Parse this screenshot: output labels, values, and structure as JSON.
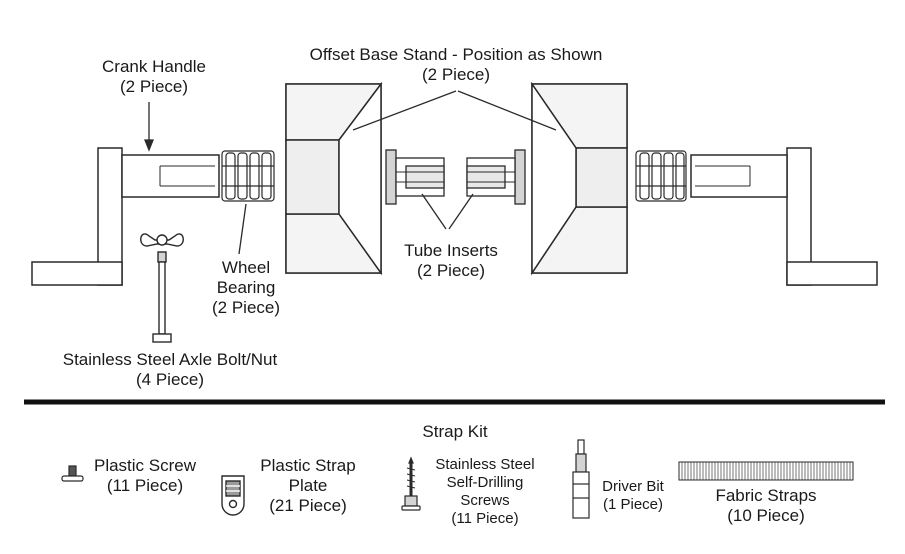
{
  "labels": {
    "crank_handle": {
      "name": "Crank Handle",
      "qty": "(2 Piece)"
    },
    "offset_base_stand": {
      "name": "Offset Base Stand - Position as Shown",
      "qty": "(2 Piece)"
    },
    "wheel_bearing": {
      "name_line1": "Wheel",
      "name_line2": "Bearing",
      "qty": "(2 Piece)"
    },
    "tube_inserts": {
      "name": "Tube Inserts",
      "qty": "(2 Piece)"
    },
    "axle_bolt": {
      "name": "Stainless Steel Axle Bolt/Nut",
      "qty": "(4 Piece)"
    },
    "strap_kit": {
      "title": "Strap Kit"
    },
    "plastic_screw": {
      "name": "Plastic Screw",
      "qty": "(11 Piece)"
    },
    "plastic_strap_plate": {
      "name_line1": "Plastic Strap",
      "name_line2": "Plate",
      "qty": "(21 Piece)"
    },
    "self_drilling_screws": {
      "name_line1": "Stainless Steel",
      "name_line2": "Self-Drilling",
      "name_line3": "Screws",
      "qty": "(11 Piece)"
    },
    "driver_bit": {
      "name": "Driver Bit",
      "qty": "(1 Piece)"
    },
    "fabric_straps": {
      "name": "Fabric Straps",
      "qty": "(10 Piece)"
    }
  },
  "colors": {
    "line": "#2a2a2a",
    "part_fill": "#ffffff",
    "face_fill": "#eeeeee",
    "shade_fill": "#d4d4d4",
    "divider": "#111111"
  }
}
